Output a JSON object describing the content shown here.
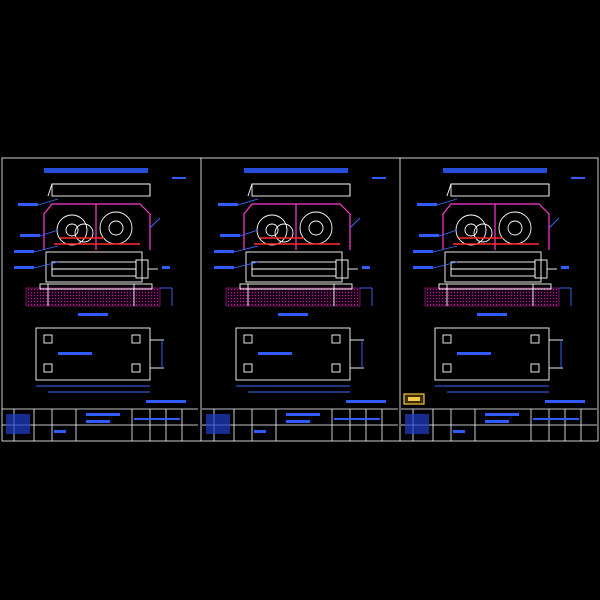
{
  "colors": {
    "background": "#000000",
    "frame": "#ffffff",
    "annotation": "#3b6cff",
    "machine": "#ff3bd2",
    "highlight": "#ff2a2a",
    "stamp": "#f5c842"
  },
  "sheets": [
    {
      "id": "sheet-1"
    },
    {
      "id": "sheet-2"
    },
    {
      "id": "sheet-3"
    }
  ]
}
